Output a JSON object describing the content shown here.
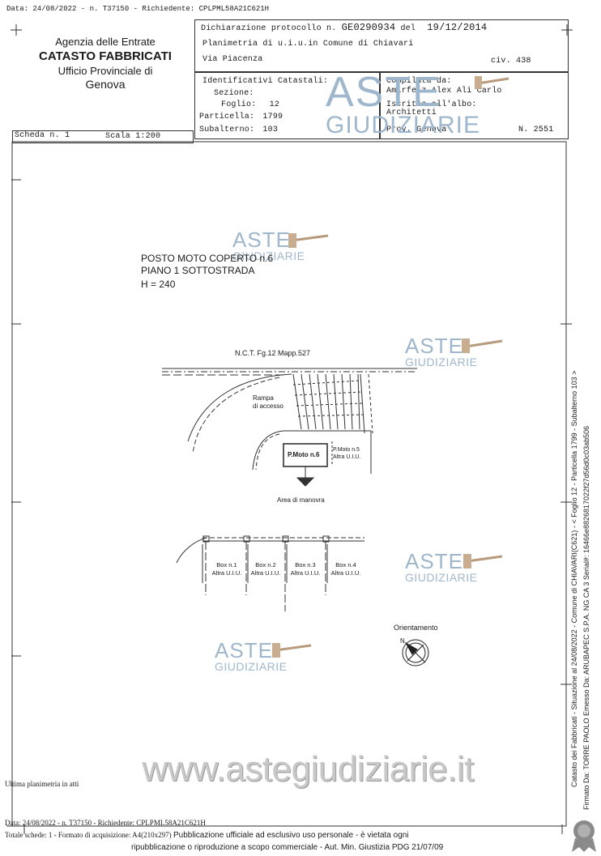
{
  "top_header": "Data: 24/08/2022 - n. T37150 - Richiedente: CPLPML58A21C621H",
  "agency": {
    "line1": "Agenzia delle Entrate",
    "line2": "CATASTO FABBRICATI",
    "line3": "Ufficio Provinciale di",
    "line4": "Genova"
  },
  "protocol": {
    "label": "Dichiarazione protocollo n.",
    "number": "GE0290934",
    "del_label": "del",
    "date": "19/12/2014"
  },
  "planimetria": "Planimetria di u.i.u.in Comune di Chiavari",
  "via": "Via Piacenza",
  "civ": "civ. 438",
  "identificativi": {
    "title": "Identificativi Catastali:",
    "sezione_label": "Sezione:",
    "foglio_label": "Foglio:",
    "foglio_value": "12",
    "particella_label": "Particella:",
    "particella_value": "1799",
    "subalterno_label": "Subalterno:",
    "subalterno_value": "103"
  },
  "compilata": {
    "label": "Compilata da:",
    "name": "Amirfeiz Alex Ali Carlo",
    "iscritto_label": "Iscritto all'albo:",
    "albo": "Architetti",
    "prov": "Prov. Genova",
    "n": "N. 2551"
  },
  "scheda": "Scheda n. 1",
  "scala": "Scala 1:200",
  "plan": {
    "title1": "POSTO MOTO COPERTO  n.6",
    "title2": "PIANO 1 SOTTOSTRADA",
    "height": "H = 240",
    "nct": "N.C.T.  Fg.12  Mapp.527",
    "rampa1": "Rampa",
    "rampa2": "di accesso",
    "pmoto6": "P.Moto n.6",
    "pmoto5a": "P.Moto n.5",
    "pmoto5b": "Altra U.I.U.",
    "manovra": "Area di manovra",
    "boxes": [
      {
        "l1": "Box n.1",
        "l2": "Altra U.I.U."
      },
      {
        "l1": "Box n.2",
        "l2": "Altra U.I.U."
      },
      {
        "l1": "Box n.3",
        "l2": "Altra U.I.U."
      },
      {
        "l1": "Box n.4",
        "l2": "Altra U.I.U."
      }
    ],
    "orientamento": "Orientamento",
    "north": "N"
  },
  "watermarks": {
    "aste": "ASTE",
    "giudiziarie": "GIUDIZIARIE",
    "site": "www.astegiudiziarie.it"
  },
  "footer": {
    "ultima": "Ultima planimetria in atti",
    "data": "Data: 24/08/2022 - n. T37150 - Richiedente: CPLPML58A21C621H",
    "totale": "Totale schede: 1 - Formato di acquisizione: A4(210x297)",
    "pub1": "Pubblicazione ufficiale ad esclusivo uso personale - è vietata ogni",
    "pub2": "ripubblicazione o riproduzione a scopo commerciale - Aut. Min. Giustizia PDG 21/07/09"
  },
  "side": {
    "catasto": "Catasto dei Fabbricati - Situazione al 24/08/2022 - Comune di CHIAVARI(C621) - < Foglio 12 - Particella 1799 - Subalterno 103 >",
    "firmato": "Firmato Da: TORRE PAOLO Emesso Da: ARUBAPEC S.P.A. NG CA 3 Serial#: 16466e8826817022f27d56d0c03ab506"
  }
}
